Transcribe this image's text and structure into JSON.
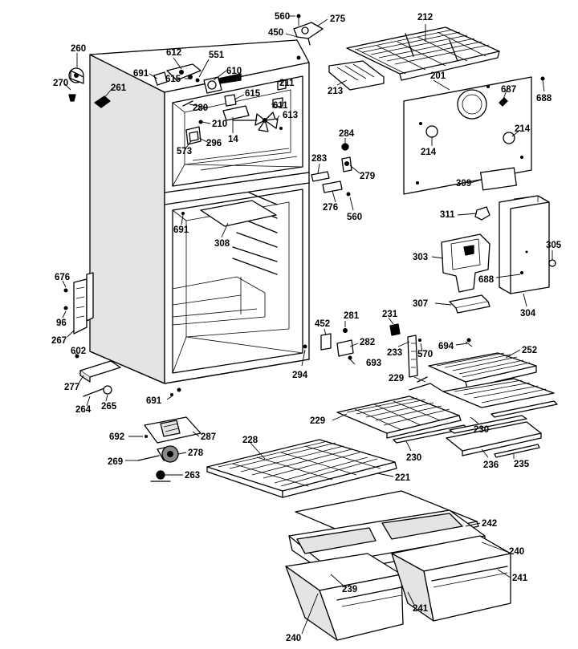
{
  "callouts": [
    {
      "id": "c560a",
      "text": "560"
    },
    {
      "id": "c275",
      "text": "275"
    },
    {
      "id": "c450",
      "text": "450"
    },
    {
      "id": "c212",
      "text": "212"
    },
    {
      "id": "c260",
      "text": "260"
    },
    {
      "id": "c270",
      "text": "270"
    },
    {
      "id": "c612",
      "text": "612"
    },
    {
      "id": "c551",
      "text": "551"
    },
    {
      "id": "c691a",
      "text": "691"
    },
    {
      "id": "c615a",
      "text": "615"
    },
    {
      "id": "c610",
      "text": "610"
    },
    {
      "id": "c261",
      "text": "261"
    },
    {
      "id": "c211",
      "text": "211"
    },
    {
      "id": "c615b",
      "text": "615"
    },
    {
      "id": "c611",
      "text": "611"
    },
    {
      "id": "c280",
      "text": "280"
    },
    {
      "id": "c613",
      "text": "613"
    },
    {
      "id": "c210",
      "text": "210"
    },
    {
      "id": "c296",
      "text": "296"
    },
    {
      "id": "c14",
      "text": "14"
    },
    {
      "id": "c573",
      "text": "573"
    },
    {
      "id": "c213",
      "text": "213"
    },
    {
      "id": "c201",
      "text": "201"
    },
    {
      "id": "c687",
      "text": "687"
    },
    {
      "id": "c688a",
      "text": "688"
    },
    {
      "id": "c214a",
      "text": "214"
    },
    {
      "id": "c214b",
      "text": "214"
    },
    {
      "id": "c284",
      "text": "284"
    },
    {
      "id": "c283",
      "text": "283"
    },
    {
      "id": "c279",
      "text": "279"
    },
    {
      "id": "c276",
      "text": "276"
    },
    {
      "id": "c560b",
      "text": "560"
    },
    {
      "id": "c309",
      "text": "309"
    },
    {
      "id": "c311",
      "text": "311"
    },
    {
      "id": "c691b",
      "text": "691"
    },
    {
      "id": "c308",
      "text": "308"
    },
    {
      "id": "c303",
      "text": "303"
    },
    {
      "id": "c305",
      "text": "305"
    },
    {
      "id": "c688b",
      "text": "688"
    },
    {
      "id": "c304",
      "text": "304"
    },
    {
      "id": "c676",
      "text": "676"
    },
    {
      "id": "c96",
      "text": "96"
    },
    {
      "id": "c267",
      "text": "267"
    },
    {
      "id": "c307",
      "text": "307"
    },
    {
      "id": "c452",
      "text": "452"
    },
    {
      "id": "c281",
      "text": "281"
    },
    {
      "id": "c231",
      "text": "231"
    },
    {
      "id": "c282",
      "text": "282"
    },
    {
      "id": "c233",
      "text": "233"
    },
    {
      "id": "c570",
      "text": "570"
    },
    {
      "id": "c694",
      "text": "694"
    },
    {
      "id": "c252",
      "text": "252"
    },
    {
      "id": "c602",
      "text": "602"
    },
    {
      "id": "c693",
      "text": "693"
    },
    {
      "id": "c294",
      "text": "294"
    },
    {
      "id": "c229a",
      "text": "229"
    },
    {
      "id": "c277",
      "text": "277"
    },
    {
      "id": "c264",
      "text": "264"
    },
    {
      "id": "c265",
      "text": "265"
    },
    {
      "id": "c691c",
      "text": "691"
    },
    {
      "id": "c229b",
      "text": "229"
    },
    {
      "id": "c230a",
      "text": "230"
    },
    {
      "id": "c692",
      "text": "692"
    },
    {
      "id": "c287",
      "text": "287"
    },
    {
      "id": "c228",
      "text": "228"
    },
    {
      "id": "c230b",
      "text": "230"
    },
    {
      "id": "c236",
      "text": "236"
    },
    {
      "id": "c235",
      "text": "235"
    },
    {
      "id": "c269",
      "text": "269"
    },
    {
      "id": "c278",
      "text": "278"
    },
    {
      "id": "c263",
      "text": "263"
    },
    {
      "id": "c221",
      "text": "221"
    },
    {
      "id": "c242",
      "text": "242"
    },
    {
      "id": "c240a",
      "text": "240"
    },
    {
      "id": "c241a",
      "text": "241"
    },
    {
      "id": "c239",
      "text": "239"
    },
    {
      "id": "c241b",
      "text": "241"
    },
    {
      "id": "c240b",
      "text": "240"
    }
  ]
}
